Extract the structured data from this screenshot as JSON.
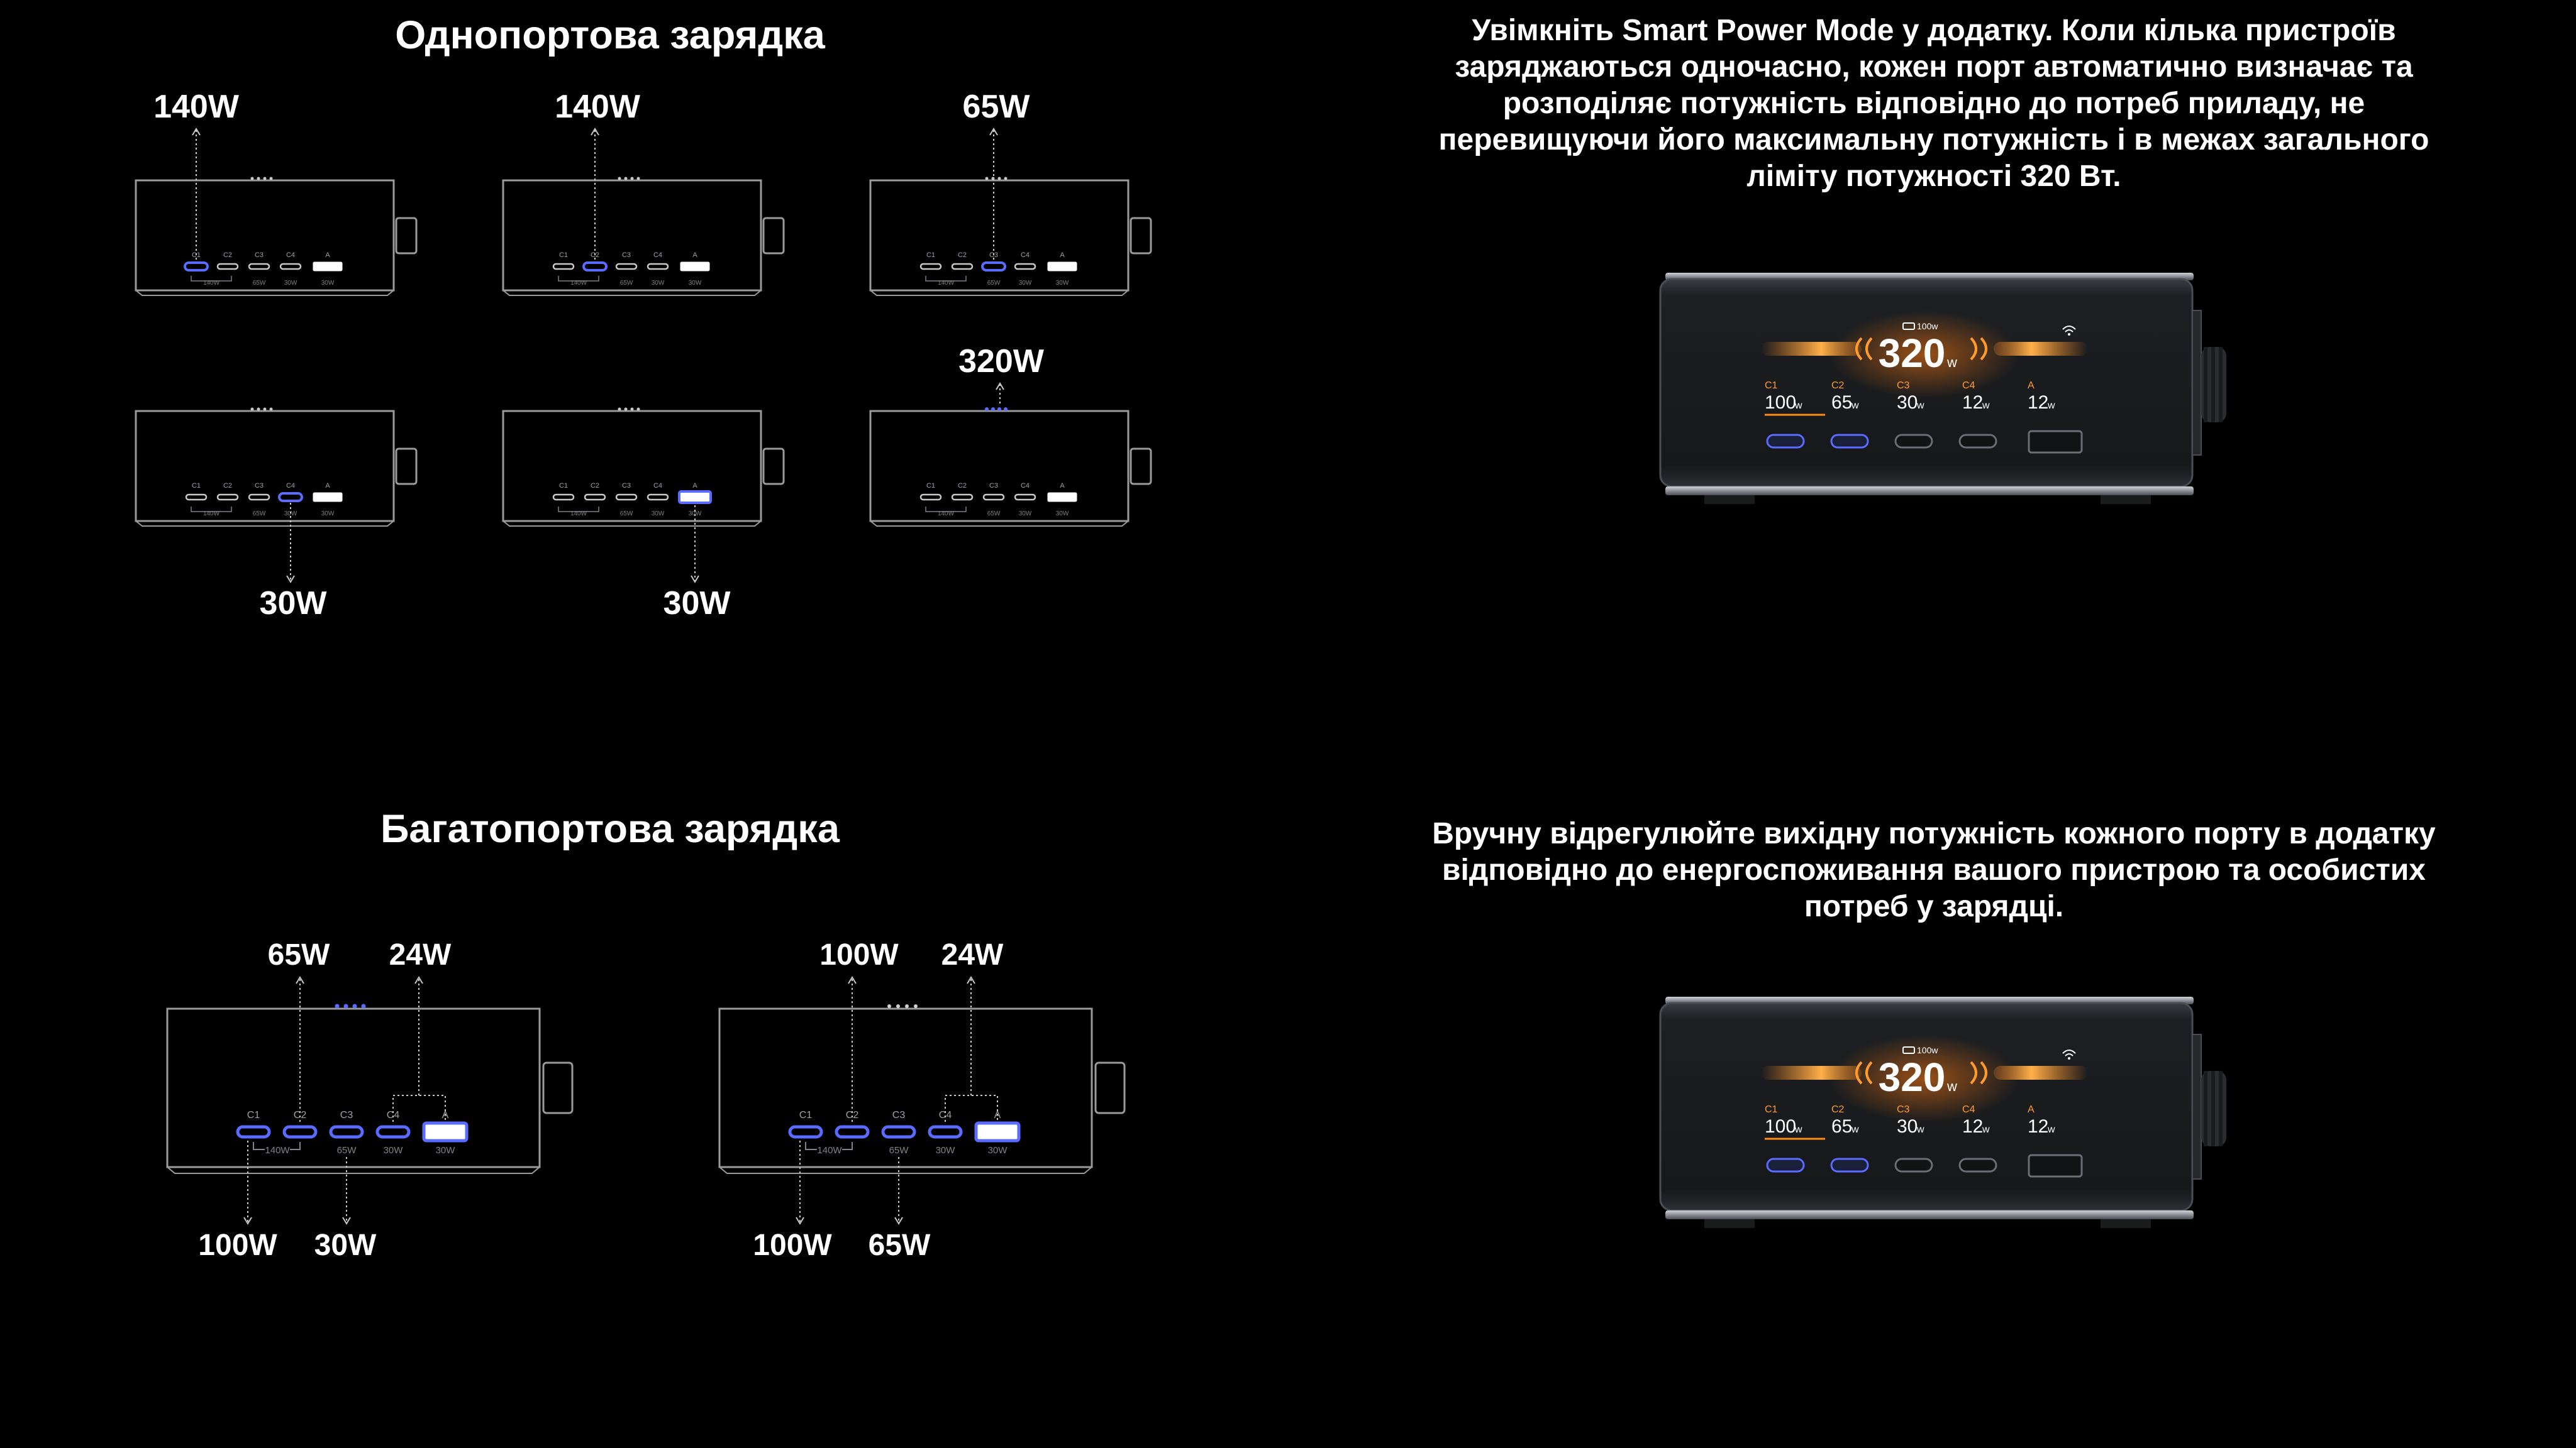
{
  "single": {
    "title": "Однопортова зарядка",
    "labels": [
      "140W",
      "140W",
      "65W",
      "320W",
      "30W",
      "30W"
    ]
  },
  "multi": {
    "title": "Багатопортова зарядка",
    "labels": [
      "65W",
      "24W",
      "100W",
      "30W",
      "100W",
      "24W",
      "100W",
      "65W"
    ]
  },
  "ports": {
    "names": [
      "C1",
      "C2",
      "C3",
      "C4",
      "A"
    ],
    "ratings": [
      "140W",
      "65W",
      "30W",
      "30W"
    ]
  },
  "smart": {
    "text": "Увімкніть Smart Power Mode у додатку. Коли кілька пристроїв заряджаються одночасно, кожен порт автоматично визначає та розподіляє потужність відповідно до потреб приладу, не перевищуючи його максимальну потужність і в межах загального ліміту потужності 320 Вт."
  },
  "manual": {
    "text": "Вручну відрегулюйте вихідну потужність кожного порту в додатку відповідно до енергоспоживання вашого пристрою та особистих потреб у зарядці."
  },
  "display": {
    "battery": "100w",
    "total": "320",
    "unit": "w",
    "ports": [
      {
        "name": "C1",
        "value": "100",
        "unit": "w"
      },
      {
        "name": "C2",
        "value": "65",
        "unit": "w"
      },
      {
        "name": "C3",
        "value": "30",
        "unit": "w"
      },
      {
        "name": "C4",
        "value": "12",
        "unit": "w"
      },
      {
        "name": "A",
        "value": "12",
        "unit": "w"
      }
    ]
  },
  "colors": {
    "active_port": "#5a6cff",
    "accent_orange": "#ff8a1e",
    "frame": "#9a9a9a"
  }
}
